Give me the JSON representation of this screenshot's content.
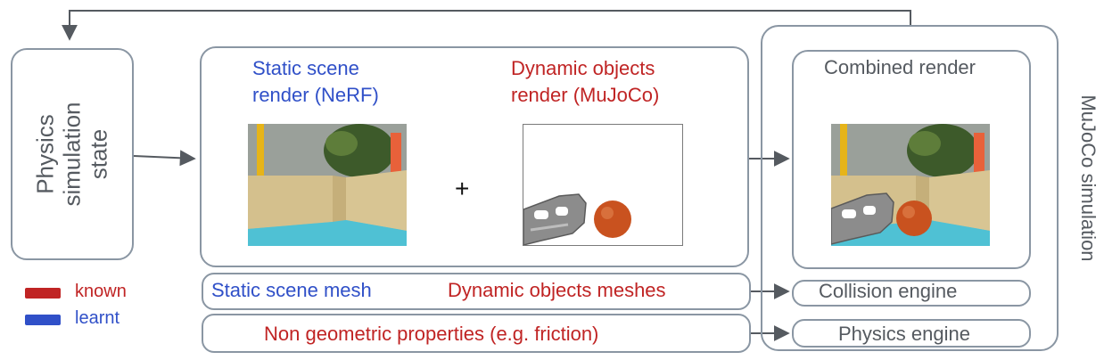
{
  "physics_state": {
    "label": "Physics simulation state",
    "lines": [
      "Physics",
      "simulation",
      "state"
    ]
  },
  "render_panel": {
    "static_title": [
      "Static scene",
      "render (NeRF)"
    ],
    "dynamic_title": [
      "Dynamic objects",
      "render (MuJoCo)"
    ],
    "plus": "+"
  },
  "combined": {
    "title": "Combined render"
  },
  "mujoco_sim": {
    "label": "MuJoCo simulation"
  },
  "mesh_row": {
    "static": "Static scene mesh",
    "dynamic": "Dynamic objects meshes"
  },
  "properties_row": {
    "label": "Non geometric properties (e.g. friction)"
  },
  "engines": {
    "collision": "Collision engine",
    "physics": "Physics engine"
  },
  "legend": [
    {
      "label": "known",
      "color": "#c02424"
    },
    {
      "label": "learnt",
      "color": "#3050c8"
    }
  ],
  "colors": {
    "learnt": "#3050c8",
    "known": "#c02424",
    "outline": "#8a96a3",
    "text": "#555a60"
  }
}
